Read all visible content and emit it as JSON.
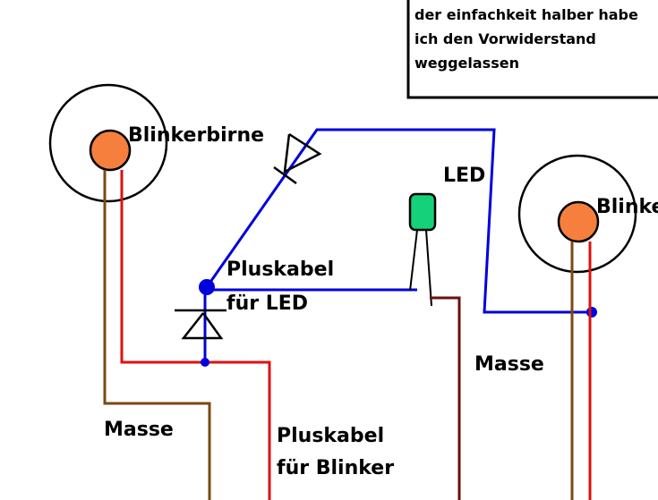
{
  "note": {
    "lines": [
      "der einfachkeit halber habe",
      "ich den Vorwiderstand",
      "weggelassen"
    ]
  },
  "labels": {
    "bulb_left": "Blinkerbirne",
    "bulb_right": "Blinkerbirne",
    "led": "LED",
    "plus_led_line1": "Pluskabel",
    "plus_led_line2": "für LED",
    "masse_left": "Masse",
    "masse_right": "Masse",
    "plus_blinker_line1": "Pluskabel",
    "plus_blinker_line2": "für Blinker"
  },
  "colors": {
    "wire_plus_led": "#0000dd",
    "wire_plus_blinker": "#dd1111",
    "wire_masse": "#7a4a12",
    "wire_led_masse": "#6b0f0f",
    "bulb_fill": "#f77f3e",
    "led_fill": "#14d27a",
    "outline": "#000000"
  }
}
